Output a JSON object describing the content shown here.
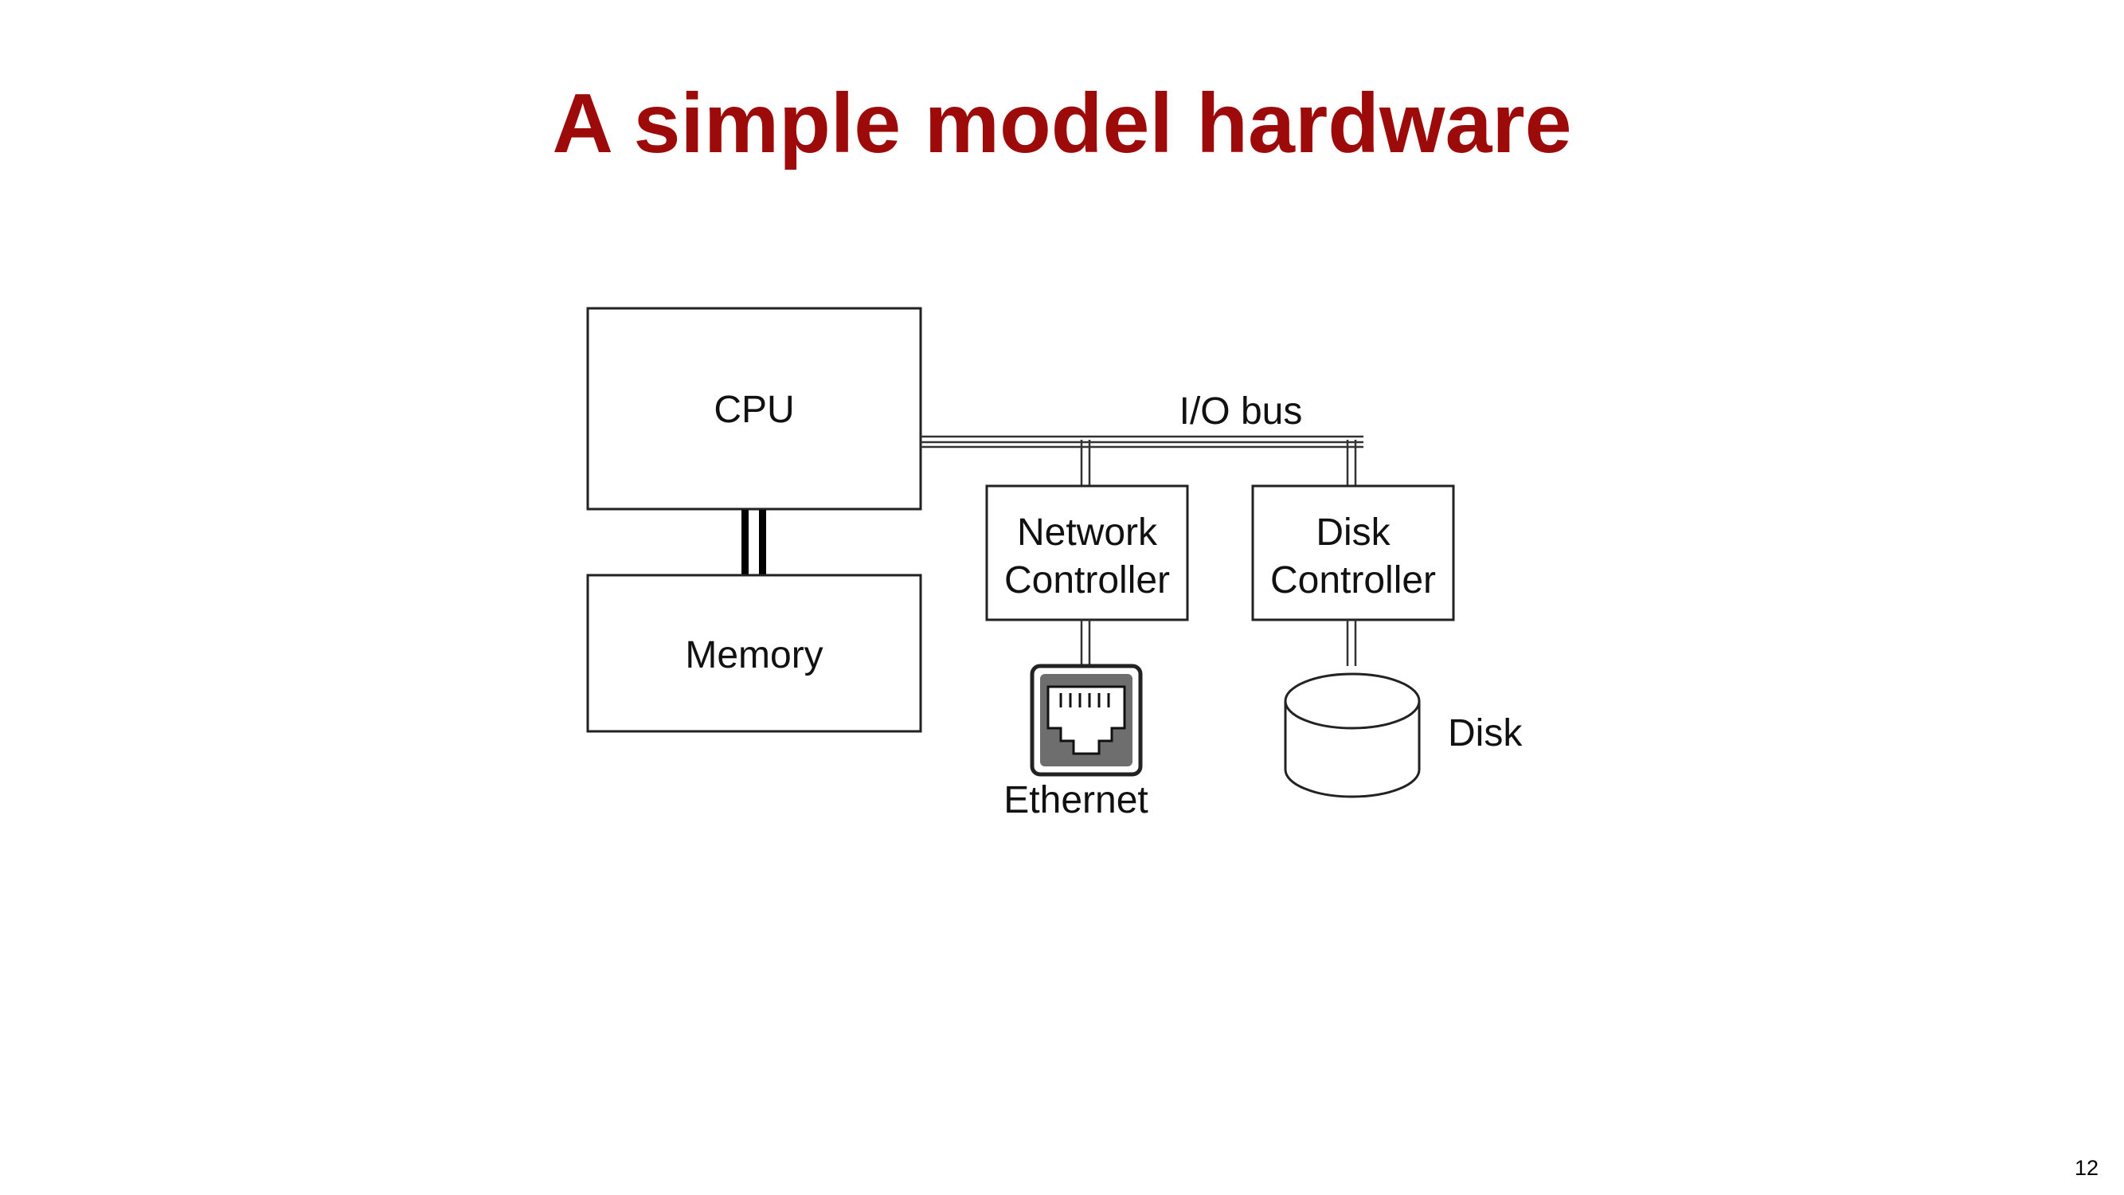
{
  "slide": {
    "title": "A simple model hardware",
    "page_number": "12"
  },
  "diagram": {
    "cpu_label": "CPU",
    "memory_label": "Memory",
    "bus_label": "I/O bus",
    "network_controller_line1": "Network",
    "network_controller_line2": "Controller",
    "disk_controller_line1": "Disk",
    "disk_controller_line2": "Controller",
    "ethernet_label": "Ethernet",
    "disk_label": "Disk"
  },
  "colors": {
    "title": "#9c0a0a",
    "lines": "#222222"
  }
}
